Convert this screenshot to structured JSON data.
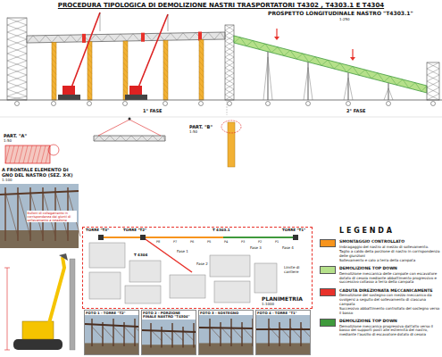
{
  "diagram": {
    "title": "PROCEDURA TIPOLOGICA DI DEMOLIZIONE NASTRI TRASPORTATORI T4302 , T4303.1 E T4304",
    "nodes": [
      {
        "text": [
          "PLANIMETRIA",
          "1:1000"
        ]
      },
      {
        "text": [
          "FOTO 1 - TORRE \"T2\""
        ]
      },
      {
        "text": [
          "FOTO 2 - PORZIONE FINALE NASTRO \"T4304\""
        ]
      },
      {
        "text": [
          "FOTO 3 - SOSTEGNO"
        ]
      },
      {
        "text": [
          "FOTO 4 - TORRE \"T1\""
        ]
      }
    ],
    "labels": [
      "PROSPETTO LONGITUDINALE NASTRO \"T4303.1\"",
      "1:250",
      "1° FASE",
      "2° FASE",
      "PART. \"A\"",
      "1:50",
      "PART. \"B\"",
      "1:50",
      "A FRONTALE ELEMENTO DI",
      "GNO DEL NASTRO (SEZ. X-X)",
      "1:100",
      "Bulloni di collegamento in corrispondenza dei giunti di sollevamento a rotazione",
      "TORRE \"T3\"",
      "TORRE \"T2\"",
      "T 4303.1",
      "TORRE \"T1\"",
      "P8",
      "P7",
      "P6",
      "P5",
      "P4",
      "P3",
      "P2",
      "P1",
      "T 4304",
      "Fase 1",
      "Fase 2",
      "Fase 3",
      "Fase 4",
      "Limite di cantiere",
      "L E G E N D A",
      "Imbragaggio del nastro al mezzo di sollevamento.",
      "Taglio a caldo della porzione di nastro in corrispondenza delle giunzioni",
      "Sollevamento e calo a terra della campata",
      "Demolizione meccanica delle campate con escavatore dotato di cesoia mediante abbattimento progressivo e successivo collasso a terra della campata",
      "Demolizione del sostegno con mezzo meccanico da svolgersi a seguito del sollevamento di ciascuna campata",
      "Successivo abbattimento controllato del sostegno verso il basso",
      "Demolizione meccanica progressiva dall'alto verso il basso dei supporti posti alle estremità del nastro, mediante l'ausilio di escavatore dotato di cesoia"
    ],
    "legend": [
      {
        "text": "SMONTAGGIO CONTROLLATO",
        "color": "#f7941d"
      },
      {
        "text": "DEMOLIZIONE TOP DOWN",
        "color": "#b5e08a"
      },
      {
        "text": "CADUTA DIREZIONATA MECCANICAMENTE",
        "color": "#e8312a"
      },
      {
        "text": "DEMOLIZIONE TOP DOWN",
        "color": "#3f9a3c"
      }
    ]
  }
}
